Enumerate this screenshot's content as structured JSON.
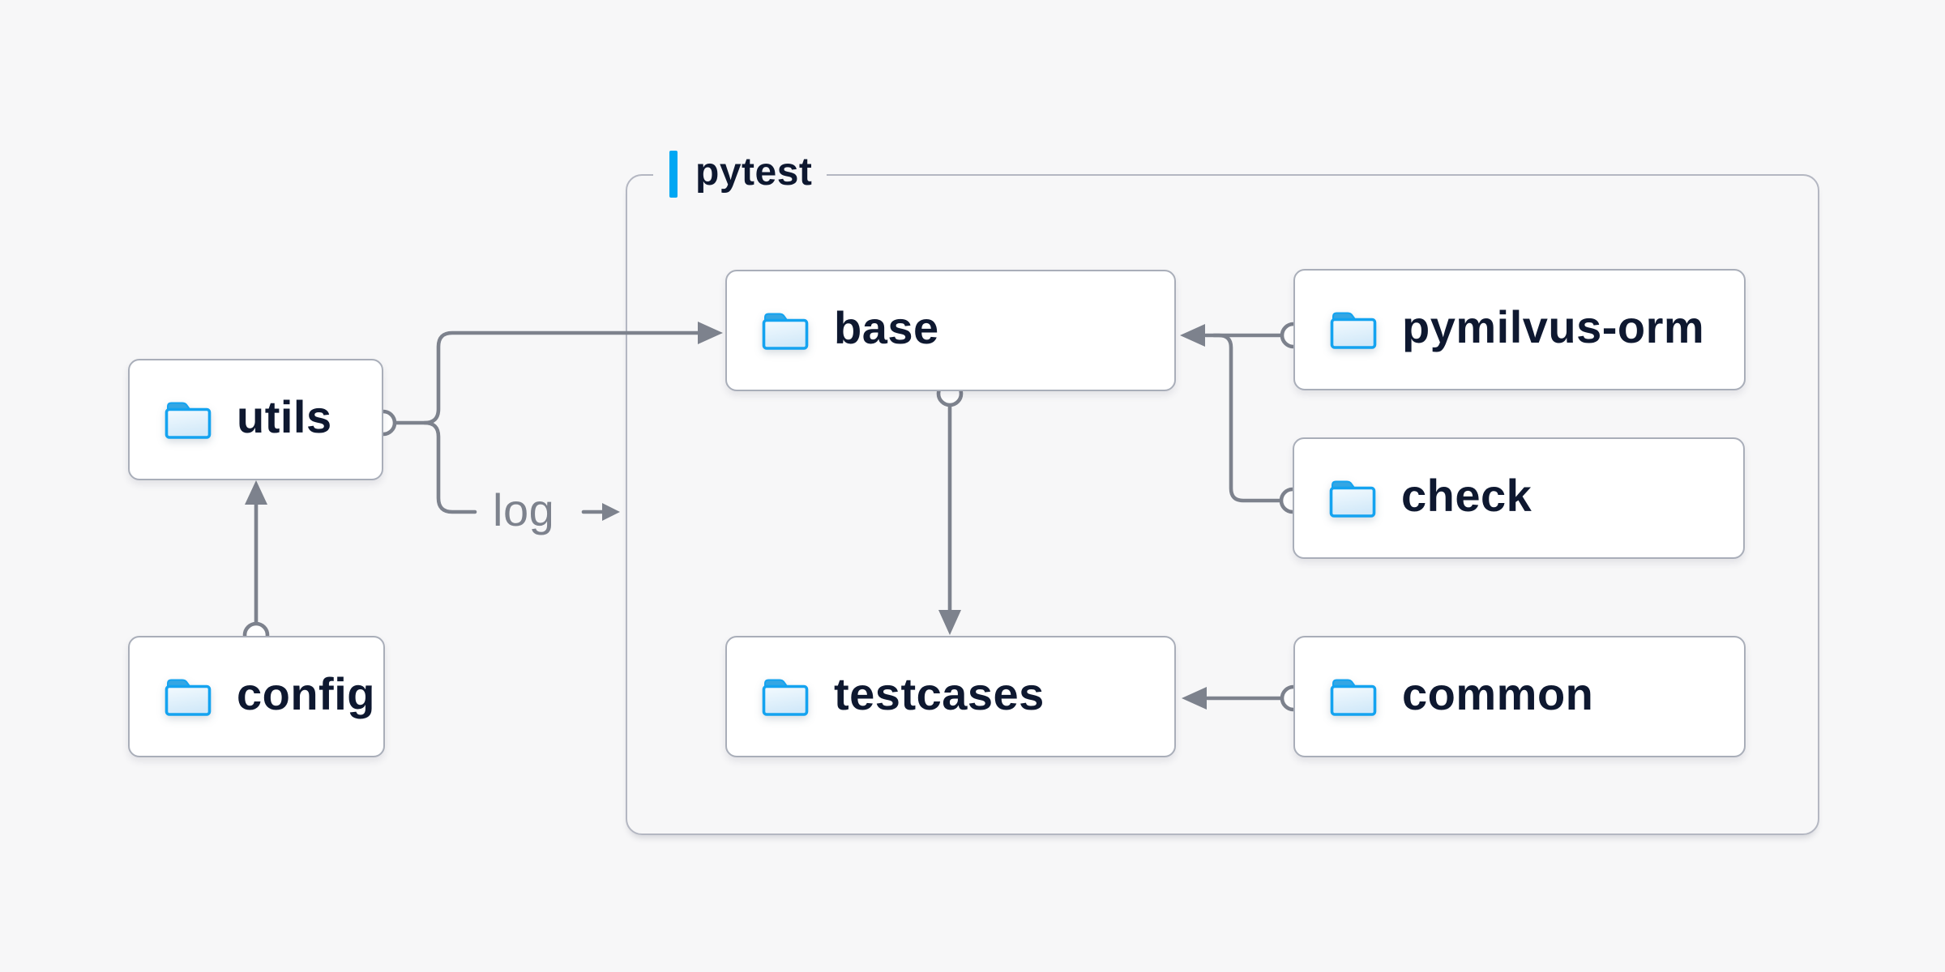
{
  "diagram": {
    "group": {
      "label": "pytest",
      "accent_color": "#00a7f3"
    },
    "nodes": [
      {
        "id": "utils",
        "label": "utils",
        "icon": "folder-icon",
        "in_group": false
      },
      {
        "id": "config",
        "label": "config",
        "icon": "folder-icon",
        "in_group": false
      },
      {
        "id": "base",
        "label": "base",
        "icon": "folder-icon",
        "in_group": true
      },
      {
        "id": "pymilvus-orm",
        "label": "pymilvus-orm",
        "icon": "folder-icon",
        "in_group": true
      },
      {
        "id": "check",
        "label": "check",
        "icon": "folder-icon",
        "in_group": true
      },
      {
        "id": "testcases",
        "label": "testcases",
        "icon": "folder-icon",
        "in_group": true
      },
      {
        "id": "common",
        "label": "common",
        "icon": "folder-icon",
        "in_group": true
      }
    ],
    "edges": [
      {
        "from": "config",
        "to": "utils",
        "arrow": "into-utils-bottom"
      },
      {
        "from": "utils",
        "to": "base",
        "arrow": "into-base-left"
      },
      {
        "from": "utils",
        "to": "log",
        "arrow": "toward-group-border",
        "label": "log"
      },
      {
        "from": "base",
        "to": "testcases",
        "arrow": "into-testcases-top"
      },
      {
        "from": "pymilvus-orm",
        "to": "base",
        "arrow": "into-base-right"
      },
      {
        "from": "check",
        "to": "base",
        "arrow": "into-base-right"
      },
      {
        "from": "common",
        "to": "testcases",
        "arrow": "into-testcases-right"
      }
    ],
    "labels": {
      "log": "log"
    },
    "colors": {
      "background": "#f7f7f8",
      "node_fill": "#ffffff",
      "node_border": "#a9aeb9",
      "group_border": "#b4b7c2",
      "line_gray": "#7d828d",
      "text_navy": "#0e1830",
      "accent_blue": "#00a7f3",
      "folder_stroke_blue": "#14a3f0",
      "folder_tab_blue": "#35a6e3",
      "folder_fill_light": "#eaf5fc"
    }
  }
}
